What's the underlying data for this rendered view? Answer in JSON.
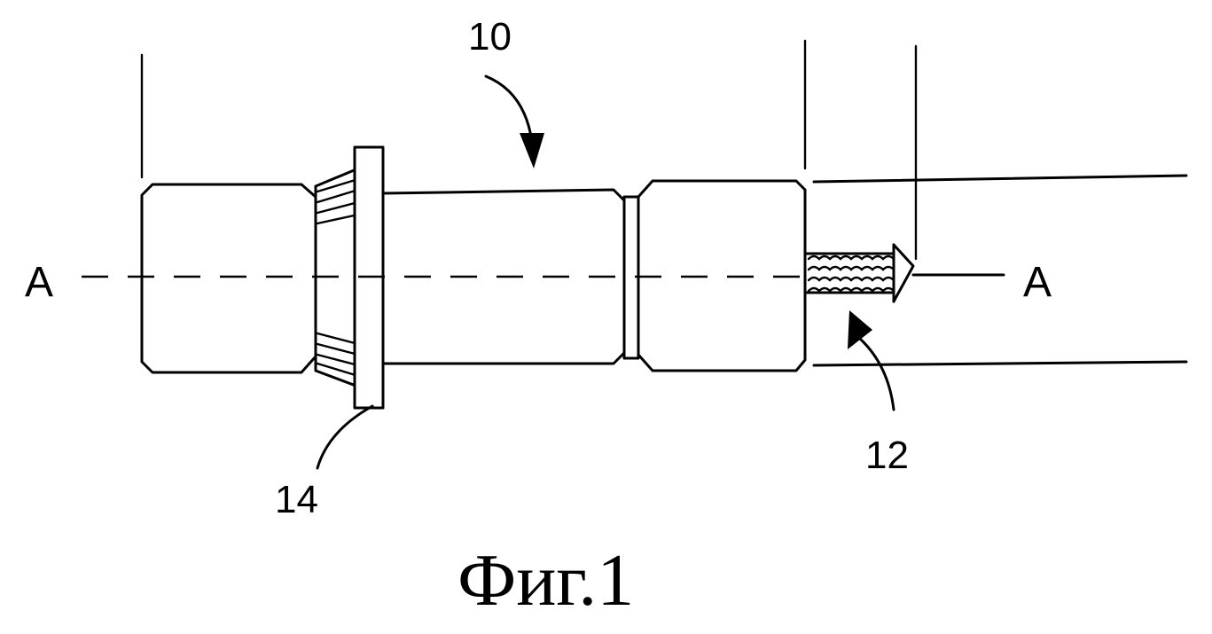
{
  "figure": {
    "caption": "Фиг.1",
    "axis_labels": {
      "left": "A",
      "right": "A"
    },
    "callouts": [
      {
        "id": "main-body",
        "text": "10"
      },
      {
        "id": "screw",
        "text": "12"
      },
      {
        "id": "flange",
        "text": "14"
      }
    ],
    "line_color": "#000000",
    "background": "#ffffff"
  }
}
